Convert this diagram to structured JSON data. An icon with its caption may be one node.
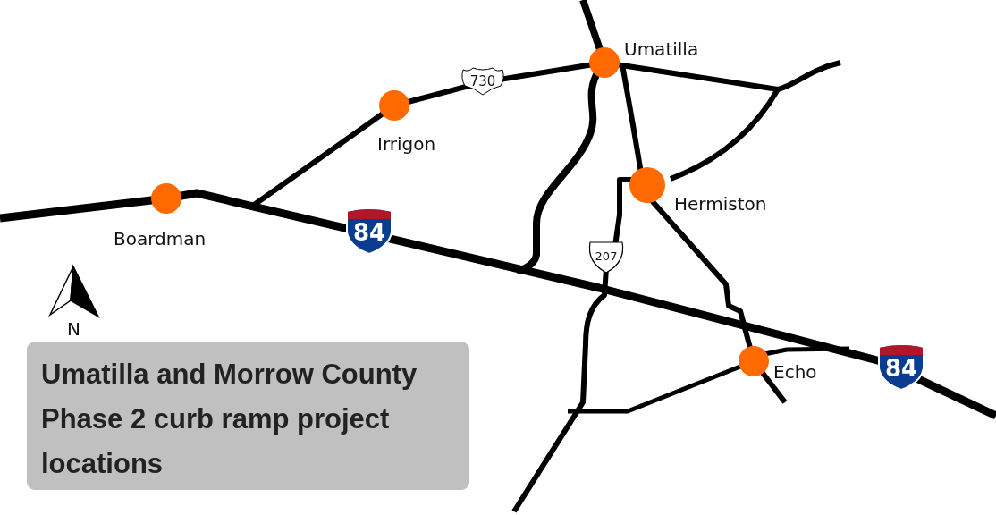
{
  "diagram": {
    "title": "Umatilla and Morrow County Phase 2 curb ramp project locations",
    "labels": [
      "Umatilla",
      "730",
      "Irrigon",
      "Hermiston",
      "84",
      "Boardman",
      "207",
      "N",
      "84",
      "Echo"
    ]
  }
}
